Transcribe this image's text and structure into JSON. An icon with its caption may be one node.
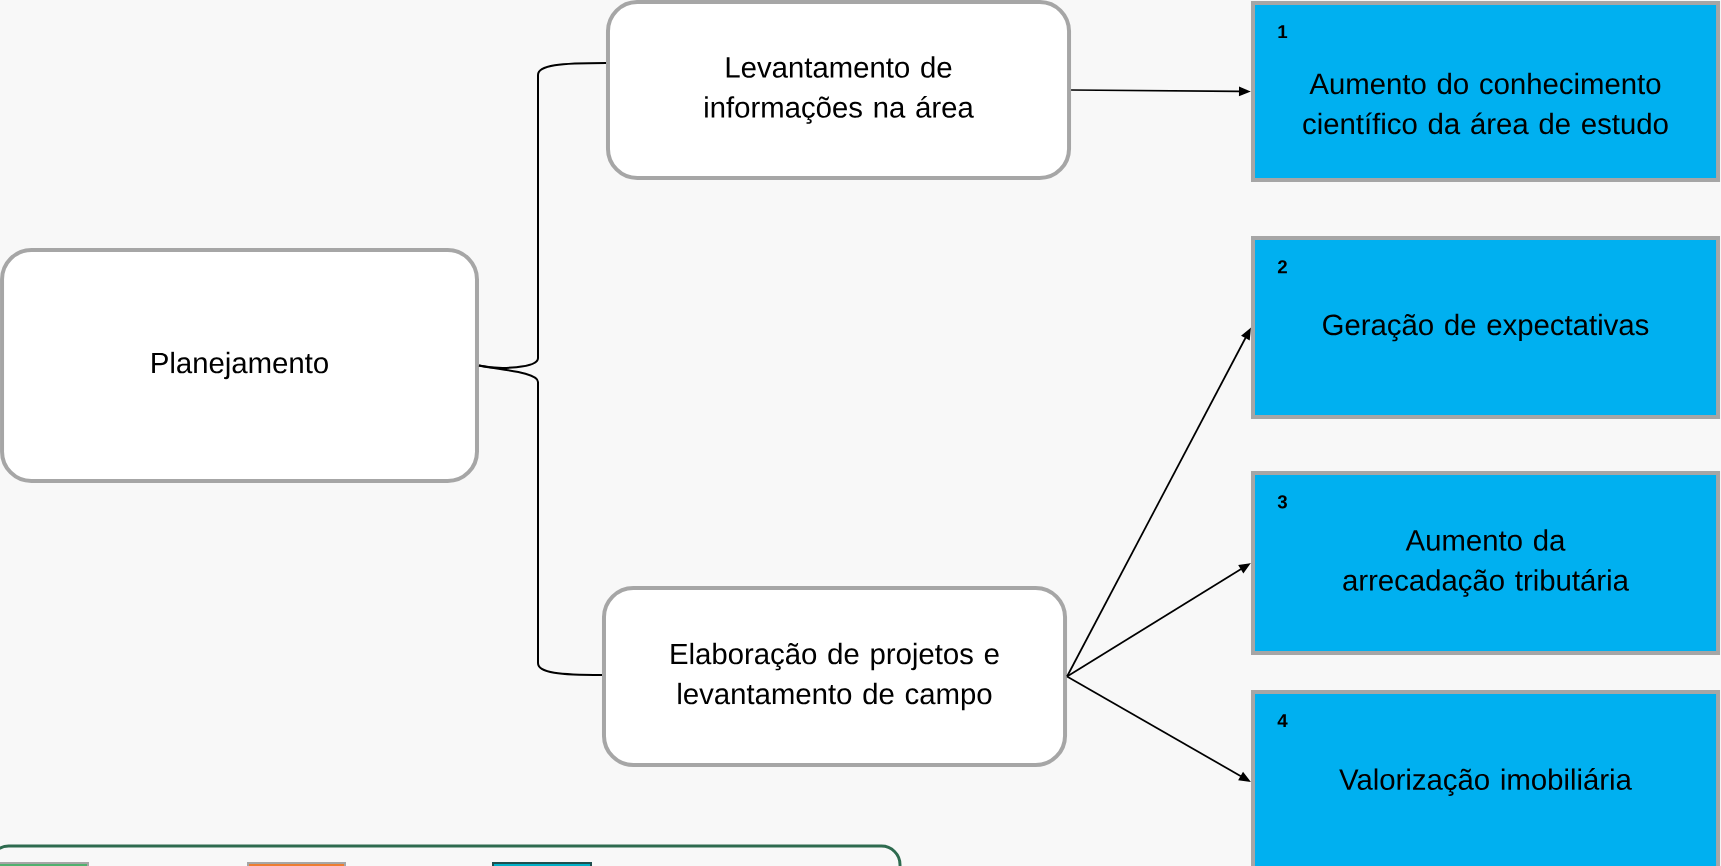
{
  "diagram": {
    "nodes": [
      {
        "text": [
          "Planejamento"
        ]
      },
      {
        "text": [
          "Levantamento de informações na área"
        ]
      },
      {
        "text": [
          "Elaboração de projetos e levantamento de campo"
        ]
      },
      {
        "text": [
          "1",
          "Aumento do conhecimento científico da área de estudo"
        ]
      },
      {
        "text": [
          "2",
          "Geração de expectativas"
        ]
      },
      {
        "text": [
          "3",
          "Aumento da arrecadação tributária"
        ]
      },
      {
        "text": [
          "4",
          "Valorização imobiliária"
        ]
      }
    ],
    "edges": [
      {
        "from": 0,
        "to": 1,
        "arrow": "none"
      },
      {
        "from": 0,
        "to": 2,
        "arrow": "none"
      },
      {
        "from": 1,
        "to": 3,
        "arrow": "to"
      },
      {
        "from": 2,
        "to": 4,
        "arrow": "to"
      },
      {
        "from": 2,
        "to": 5,
        "arrow": "to"
      },
      {
        "from": 2,
        "to": 6,
        "arrow": "to"
      }
    ]
  }
}
